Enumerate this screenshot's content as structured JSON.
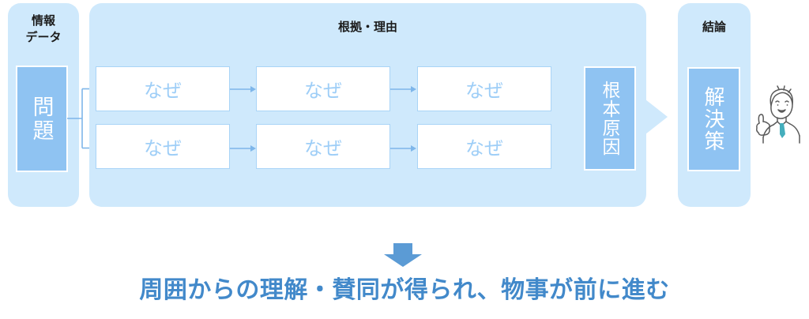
{
  "left_panel": {
    "label_line1": "情報",
    "label_line2": "データ",
    "box_label": "問題"
  },
  "middle_panel": {
    "header": "根拠・理由",
    "why_label": "なぜ",
    "root_cause_label": "根本原因"
  },
  "right_panel": {
    "header": "結論",
    "box_label": "解決策"
  },
  "footer": {
    "message": "周囲からの理解・賛同が得られ、物事が前に進む"
  },
  "icons": {
    "person": "thumbs-up-person-icon",
    "down_arrow": "down-block-arrow-icon",
    "big_arrow": "panel-point-arrow-icon"
  },
  "colors": {
    "panel_bg": "#cfe9fc",
    "inner_box_fill": "#8fc3f2",
    "why_border": "#a9d4f7",
    "why_text": "#9ecef7",
    "connector": "#7eb6ea",
    "label_text": "#1c1c1c",
    "down_arrow": "#5b9bd5",
    "footer_text": "#4289ca",
    "tie": "#45aebc"
  }
}
